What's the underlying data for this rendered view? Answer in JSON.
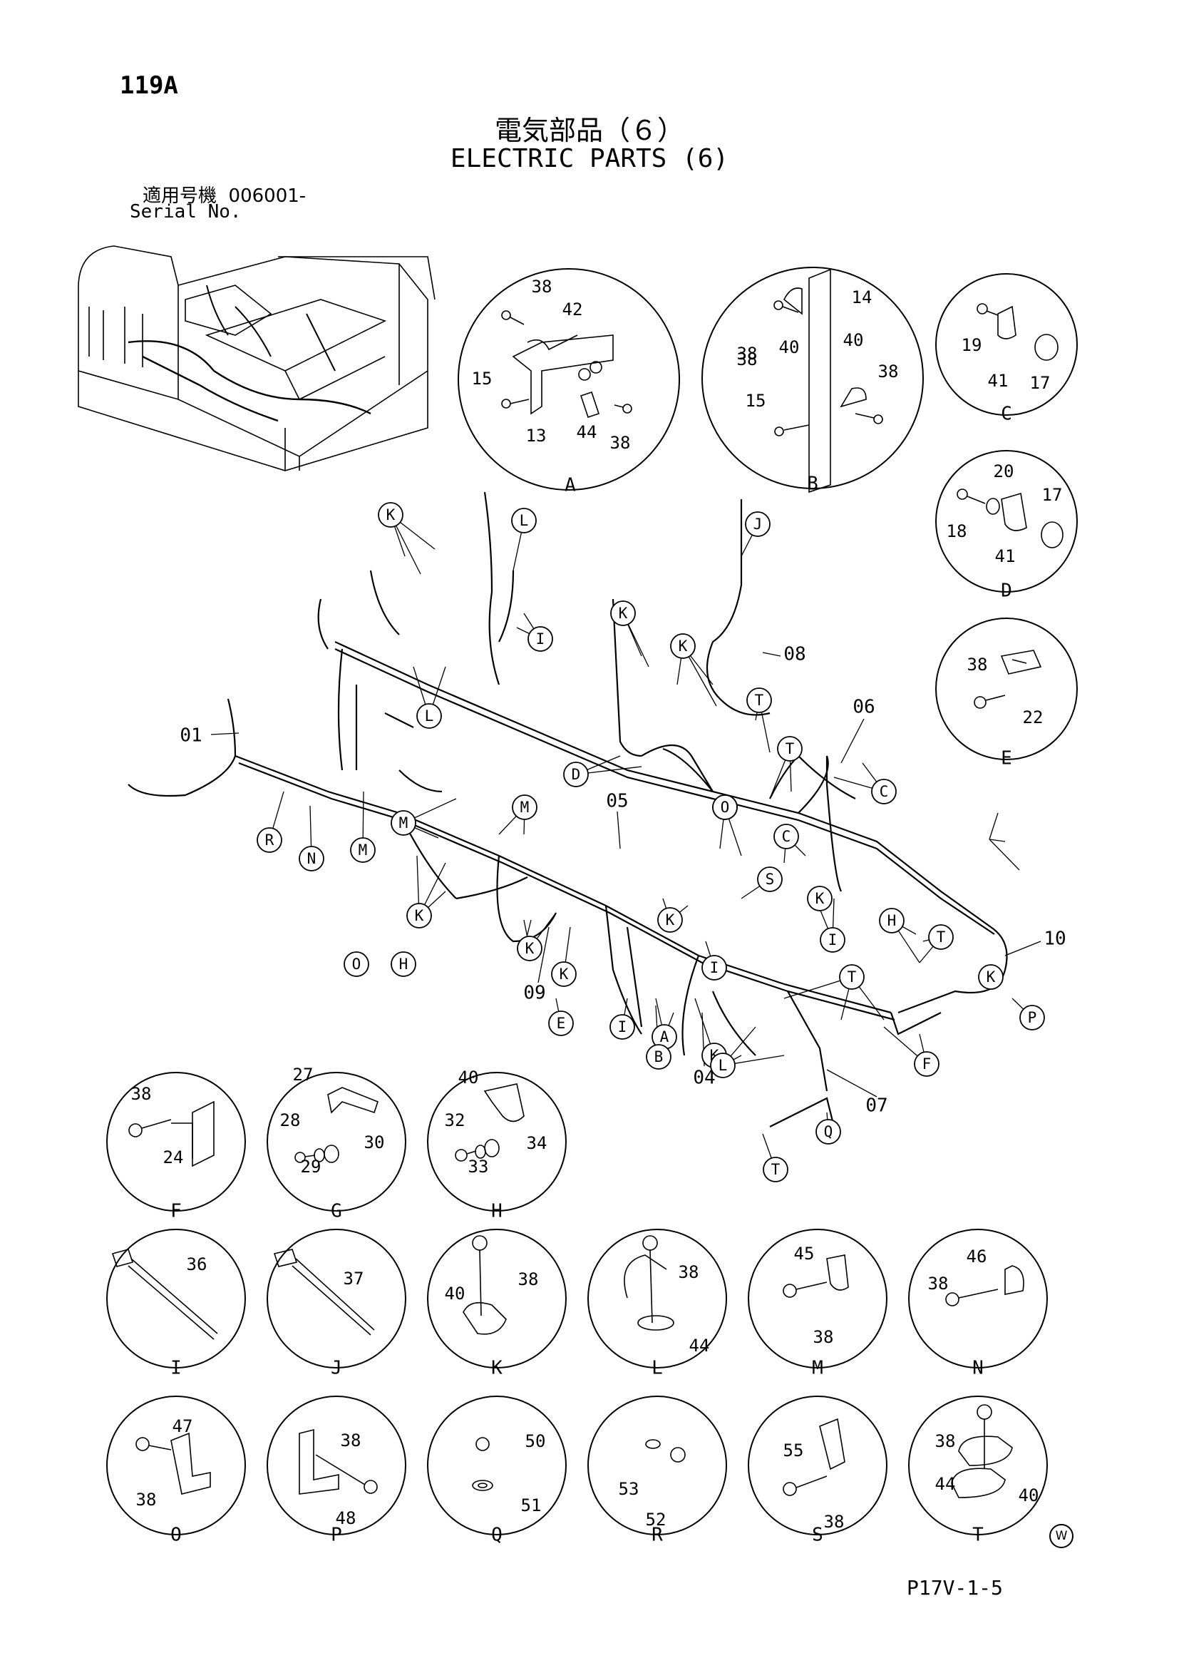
{
  "page": {
    "number": "119A",
    "title_jp": "電気部品（６）",
    "title_en": "ELECTRIC PARTS (6)",
    "serial_label_jp": "適用号機",
    "serial_value": "006001-",
    "serial_label_en": "Serial No.",
    "footer_code": "P17V-1-5",
    "corner_mark": "W"
  },
  "harnesses": [
    "01",
    "04",
    "05",
    "06",
    "07",
    "08",
    "09",
    "10"
  ],
  "callouts": [
    "K",
    "L",
    "I",
    "J",
    "K",
    "K",
    "L",
    "T",
    "T",
    "D",
    "C",
    "R",
    "N",
    "M",
    "M",
    "M",
    "K",
    "E",
    "C",
    "H",
    "T",
    "K",
    "S",
    "K",
    "I",
    "I",
    "K",
    "E",
    "I",
    "A",
    "B",
    "K",
    "T",
    "L",
    "F",
    "P",
    "O",
    "H",
    "Q",
    "K",
    "T",
    "K",
    "O"
  ],
  "details": [
    {
      "id": "A",
      "parts": [
        "38",
        "42",
        "15",
        "13",
        "44",
        "38"
      ]
    },
    {
      "id": "B",
      "parts": [
        "14",
        "38",
        "40",
        "40",
        "38",
        "38",
        "15"
      ]
    },
    {
      "id": "C",
      "parts": [
        "19",
        "41",
        "17"
      ]
    },
    {
      "id": "D",
      "parts": [
        "20",
        "17",
        "18",
        "41"
      ]
    },
    {
      "id": "E",
      "parts": [
        "38",
        "22"
      ]
    },
    {
      "id": "F",
      "parts": [
        "38",
        "24"
      ]
    },
    {
      "id": "G",
      "parts": [
        "27",
        "28",
        "30",
        "29"
      ]
    },
    {
      "id": "H",
      "parts": [
        "40",
        "32",
        "34",
        "33"
      ]
    },
    {
      "id": "I",
      "parts": [
        "36"
      ]
    },
    {
      "id": "J",
      "parts": [
        "37"
      ]
    },
    {
      "id": "K",
      "parts": [
        "38",
        "40"
      ]
    },
    {
      "id": "L",
      "parts": [
        "38",
        "44"
      ]
    },
    {
      "id": "M",
      "parts": [
        "45",
        "38"
      ]
    },
    {
      "id": "N",
      "parts": [
        "46",
        "38"
      ]
    },
    {
      "id": "O",
      "parts": [
        "47",
        "38"
      ]
    },
    {
      "id": "P",
      "parts": [
        "38",
        "48"
      ]
    },
    {
      "id": "Q",
      "parts": [
        "50",
        "51"
      ]
    },
    {
      "id": "R",
      "parts": [
        "53",
        "52"
      ]
    },
    {
      "id": "S",
      "parts": [
        "55",
        "38"
      ]
    },
    {
      "id": "T",
      "parts": [
        "38",
        "44",
        "40"
      ]
    }
  ]
}
